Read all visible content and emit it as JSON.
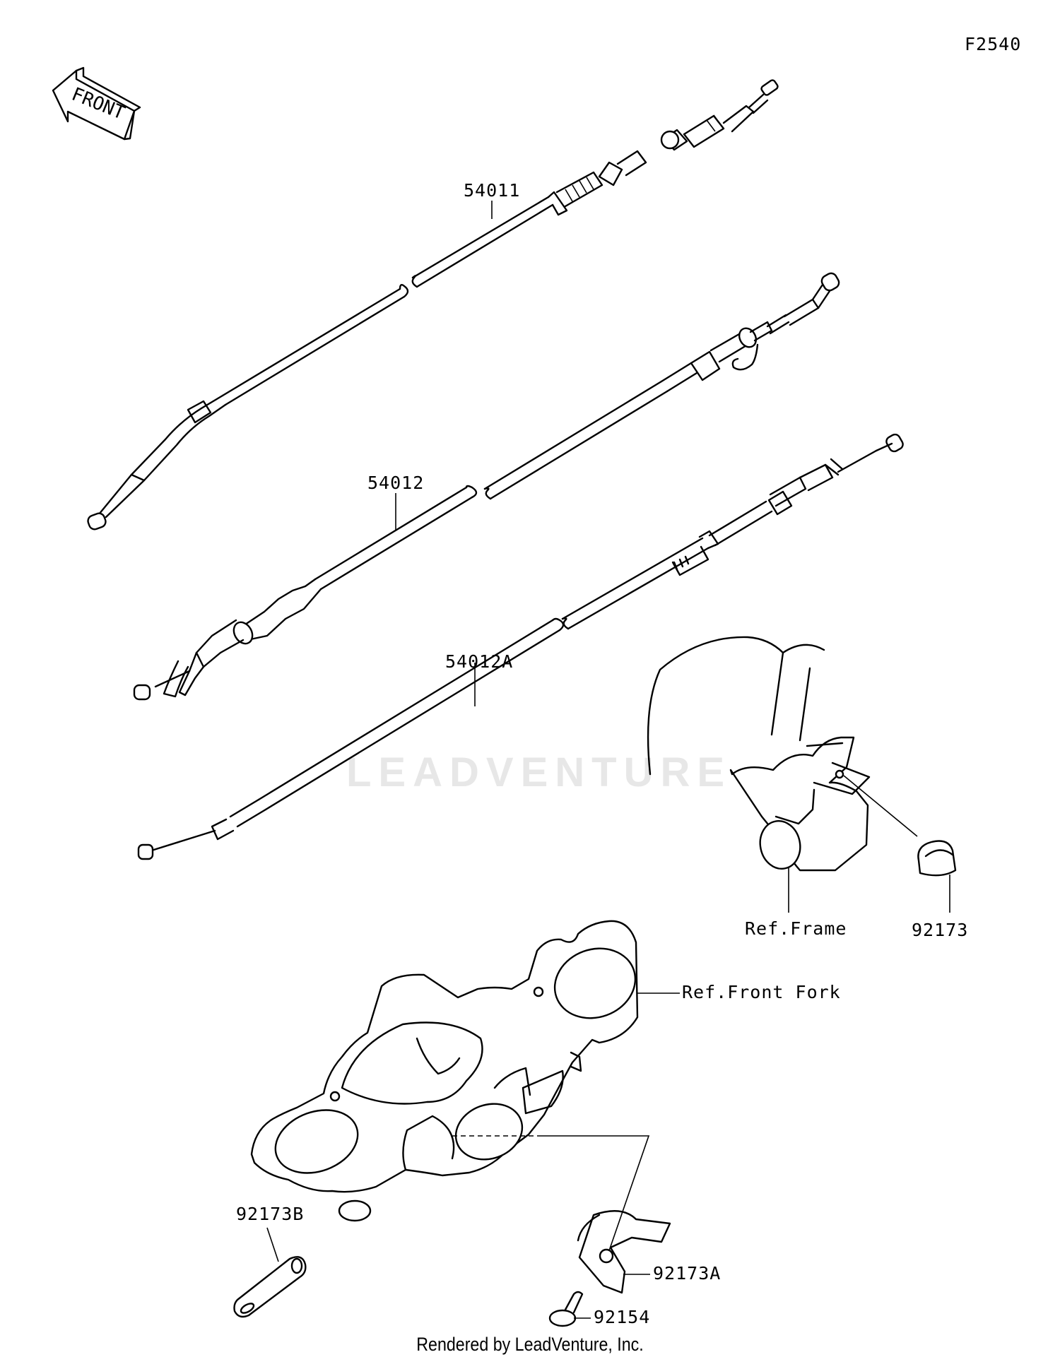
{
  "diagram": {
    "code": "F2540",
    "front_label": "FRONT",
    "parts": {
      "p54011": "54011",
      "p54012": "54012",
      "p54012a": "54012A",
      "p92173": "92173",
      "p92173a": "92173A",
      "p92173b": "92173B",
      "p92154": "92154"
    },
    "refs": {
      "frame": "Ref.Frame",
      "front_fork": "Ref.Front Fork"
    },
    "watermark": "LEADVENTURE",
    "footer": "Rendered by LeadVenture, Inc."
  }
}
